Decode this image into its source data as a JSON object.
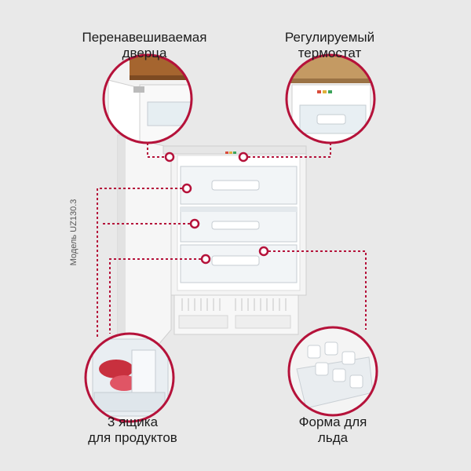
{
  "callouts": {
    "door": {
      "line1": "Перенавешиваемая",
      "line2": "дверца"
    },
    "thermostat": {
      "line1": "Регулируемый",
      "line2": "термостат"
    },
    "drawers": {
      "line1": "3 ящика",
      "line2": "для продуктов"
    },
    "ice": {
      "line1": "Форма для",
      "line2": "льда"
    }
  },
  "model_label": "Модель UZ130.3",
  "colors": {
    "accent": "#b5123a",
    "background": "#e9e9e9"
  }
}
